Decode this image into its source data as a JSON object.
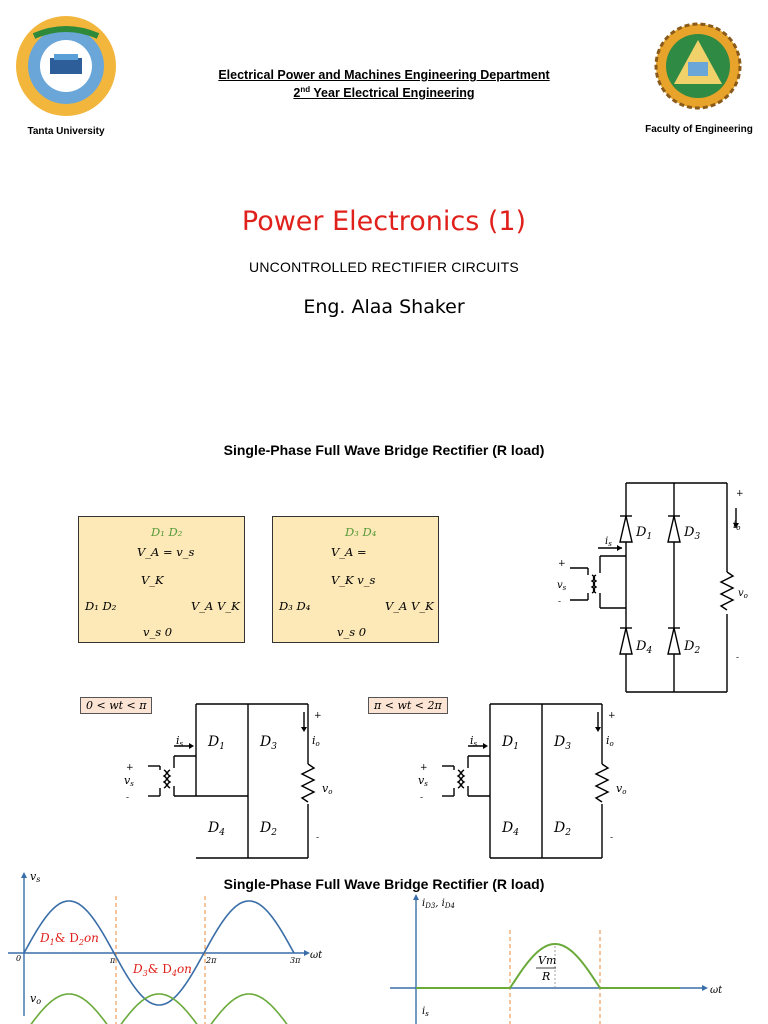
{
  "header": {
    "left_logo_caption": "Tanta University",
    "right_logo_caption": "Faculty of Engineering",
    "line1": "Electrical Power and Machines Engineering Department",
    "line2_num": "2",
    "line2_sup": "nd",
    "line2_rest": " Year Electrical Engineering"
  },
  "title": "Power Electronics (1)",
  "subtitle": "UNCONTROLLED RECTIFIER CIRCUITS",
  "author": "Eng. Alaa Shaker",
  "section1_title": "Single-Phase Full Wave Bridge Rectifier (R load)",
  "section2_title": "Single-Phase Full Wave Bridge Rectifier (R load)",
  "box1": {
    "top": "D₁   D₂",
    "l2": "V_A = v_s",
    "l3": "V_K",
    "l4a": "D₁   D₂",
    "l4b": "V_A   V_K",
    "l5": "v_s   0"
  },
  "box2": {
    "top": "D₃   D₄",
    "l2": "V_A =",
    "l3": "V_K   v_s",
    "l4a": "D₃   D₄",
    "l4b": "V_A   V_K",
    "l5": "v_s   0"
  },
  "cond1": "0 < wt < π",
  "cond2": "π  < wt < 2π",
  "circuit": {
    "d1": "D1",
    "d2": "D2",
    "d3": "D3",
    "d4": "D4",
    "is": "is",
    "io": "io",
    "vs": "vs",
    "vo": "vo",
    "plus": "+",
    "minus": "-"
  },
  "plot_vs": {
    "y_label": "vs",
    "x_label": "ωt",
    "ticks": [
      "0",
      "π",
      "2π",
      "3π"
    ],
    "annot1": "D1& D2on",
    "annot2": "D3& D4on",
    "vo_label": "vo"
  },
  "plot_id": {
    "y_label": "iD3, iD4",
    "x_label": "ωt",
    "peak_num": "Vm",
    "peak_den": "R",
    "is_label": "is"
  },
  "colors": {
    "title": "#e0201b",
    "box": "#fce9b7",
    "cond": "#fbe4d3",
    "wave_blue": "#3a6ea8",
    "wave_green": "#6aaa3a",
    "dash": "#e88a3a"
  }
}
